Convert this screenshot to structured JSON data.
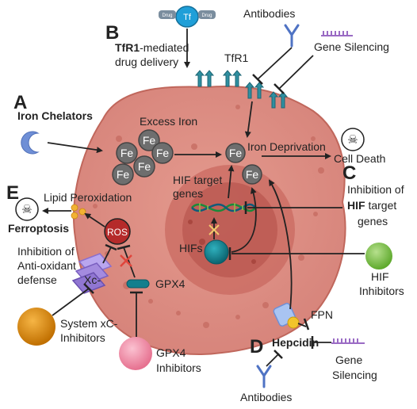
{
  "panels": {
    "A": {
      "letter": "A",
      "title": "Iron Chelators"
    },
    "B": {
      "letter": "B",
      "title_bold": "TfR1",
      "title_rest": "-mediated",
      "title_line2": "drug delivery"
    },
    "C": {
      "letter": "C",
      "line1": "Inhibition of",
      "line2_bold": "HIF",
      "line2_rest": " target",
      "line3": "genes"
    },
    "D": {
      "letter": "D",
      "title": "Hepcidin"
    },
    "E": {
      "letter": "E",
      "title": "Ferroptosis"
    }
  },
  "labels": {
    "excess_iron": "Excess Iron",
    "iron_deprivation": "Iron Deprivation",
    "cell_death": "Cell Death",
    "hif_target_genes_1": "HIF target",
    "hif_target_genes_2": "genes",
    "hifs": "HIFs",
    "lipid_peroxidation": "Lipid Peroxidation",
    "ros": "ROS",
    "gpx4": "GPX4",
    "xc": "Xc-",
    "fpn": "FPN",
    "tfr1": "TfR1",
    "antioxidant_1": "Inhibition of",
    "antioxidant_2": "Anti-oxidant",
    "antioxidant_3": "defense",
    "antibodies_top": "Antibodies",
    "gene_silencing_top": "Gene Silencing",
    "hif_inhibitors_1": "HIF",
    "hif_inhibitors_2": "Inhibitors",
    "system_xc_1": "System xC-",
    "system_xc_2": "Inhibitors",
    "gpx4_inhibitors_1": "GPX4",
    "gpx4_inhibitors_2": "Inhibitors",
    "gene_silencing_bottom_1": "Gene",
    "gene_silencing_bottom_2": "Silencing",
    "antibodies_bottom": "Antibodies",
    "tf": "Tf",
    "drug": "Drug",
    "fe": "Fe"
  },
  "colors": {
    "cell_fill": "#dd8c80",
    "cell_stroke": "#c0675c",
    "nucleus_outer": "#c96a60",
    "nucleus_inner": "#b8564e",
    "iron_grey": "#6e6e6e",
    "chelator_blue": "#6f8fd6",
    "tf_blue": "#1f9fd8",
    "receptor_teal": "#2f8fa0",
    "hif_teal": "#137f8d",
    "ros_red": "#b52a2a",
    "hif_inhibitor_green": "#77c043",
    "xc_inhibitor_orange": "#e08a00",
    "gpx4_inhibitor_pink": "#f08aa6",
    "inhibit_red": "#e0453b",
    "rna_purple": "#9a6bc4",
    "antibody_blue": "#4f73c4",
    "xc_purple": "#8a6fcf",
    "lipid_yellow": "#f2b233"
  },
  "icons": [
    "skull-crossbones-icon",
    "chelator-icon",
    "antibody-icon",
    "rna-icon",
    "transferrin-icon",
    "dna-icon"
  ]
}
